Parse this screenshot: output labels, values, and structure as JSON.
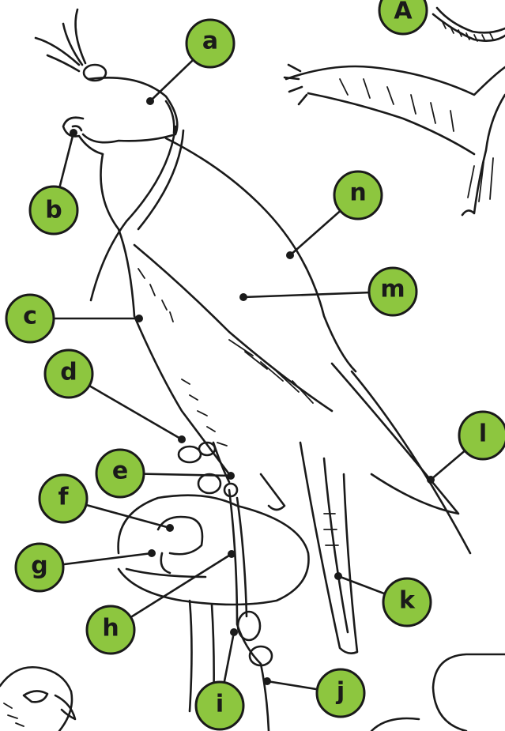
{
  "diagram": {
    "accent_color": "#8dc63f",
    "line_color": "#1a1a1a",
    "corner_label": "A",
    "labels": [
      "a",
      "b",
      "c",
      "d",
      "e",
      "f",
      "g",
      "h",
      "i",
      "j",
      "k",
      "l",
      "m",
      "n"
    ]
  },
  "icons": {
    "main": "hooded-falcon-on-glove-drawing",
    "flying": "flying-bird-drawing",
    "corner_head": "raptor-head-drawing"
  }
}
